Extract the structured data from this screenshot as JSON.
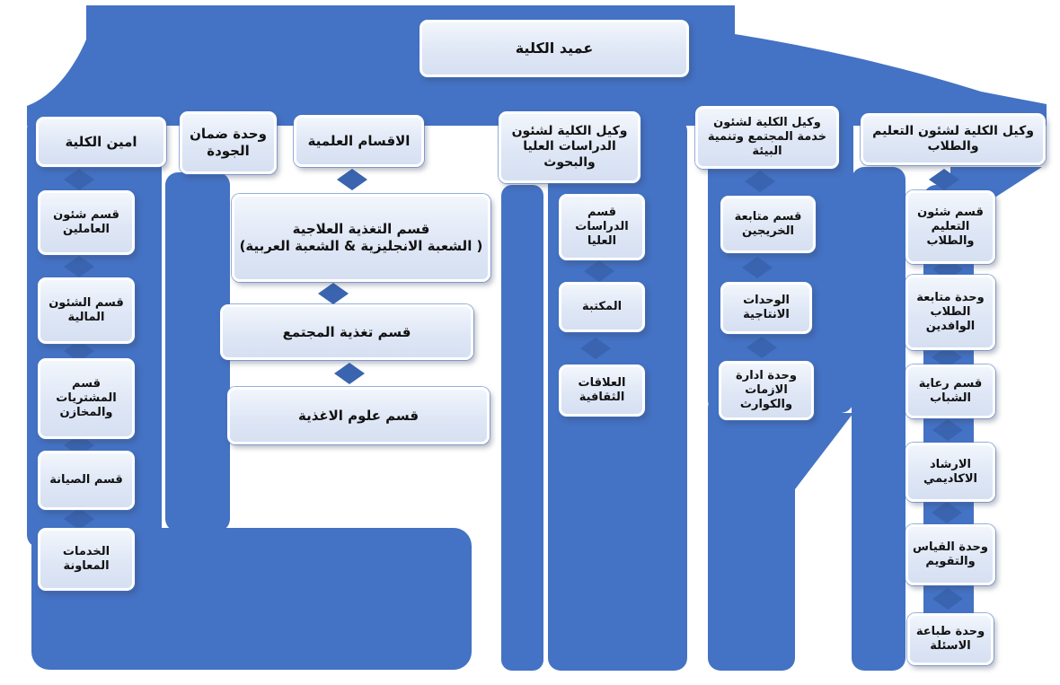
{
  "tree": {
    "root": {
      "label": "عميد الكلية"
    },
    "branches": [
      {
        "label": "امين الكلية",
        "children": [
          "قسم شئون\nالعاملين",
          "قسم الشئون\nالمالية",
          "قسم\nالمشتريات\nوالمخازن",
          "قسم الصيانة",
          "الخدمات\nالمعاونة"
        ]
      },
      {
        "label": "وحدة ضمان\nالجودة",
        "children": []
      },
      {
        "label": "الاقسام العلمية",
        "children": [
          "قسم التغذية العلاجية\n( الشعبة الانجليزية & الشعبة العربية)",
          "قسم تغذية المجتمع",
          "قسم علوم الاغذية"
        ]
      },
      {
        "label": "وكيل الكلية لشئون\nالدراسات العليا\nوالبحوث",
        "children": [
          "قسم\nالدراسات\nالعليا",
          "المكتبة",
          "العلاقات\nالثقافية"
        ]
      },
      {
        "label": "وكيل الكلية لشئون\nخدمة المجتمع وتنمية\nالبيئة",
        "children": [
          "قسم متابعة\nالخريجين",
          "الوحدات\nالانتاجية",
          "وحدة ادارة\nالازمات\nوالكوارث"
        ]
      },
      {
        "label": "وكيل الكلية لشئون التعليم\nوالطلاب",
        "children": [
          "قسم شئون\nالتعليم\nوالطلاب",
          "وحدة متابعة\nالطلاب\nالوافدين",
          "قسم رعاية\nالشباب",
          "الارشاد\nالاكاديمي",
          "وحدة القياس\nوالتقويم",
          "وحدة طباعة\nالاسئلة"
        ]
      }
    ]
  },
  "colors": {
    "connector": "#4472c4",
    "diamond": "#3a64af",
    "box_border": "#ffffff",
    "text": "#111111",
    "background": "#ffffff"
  }
}
